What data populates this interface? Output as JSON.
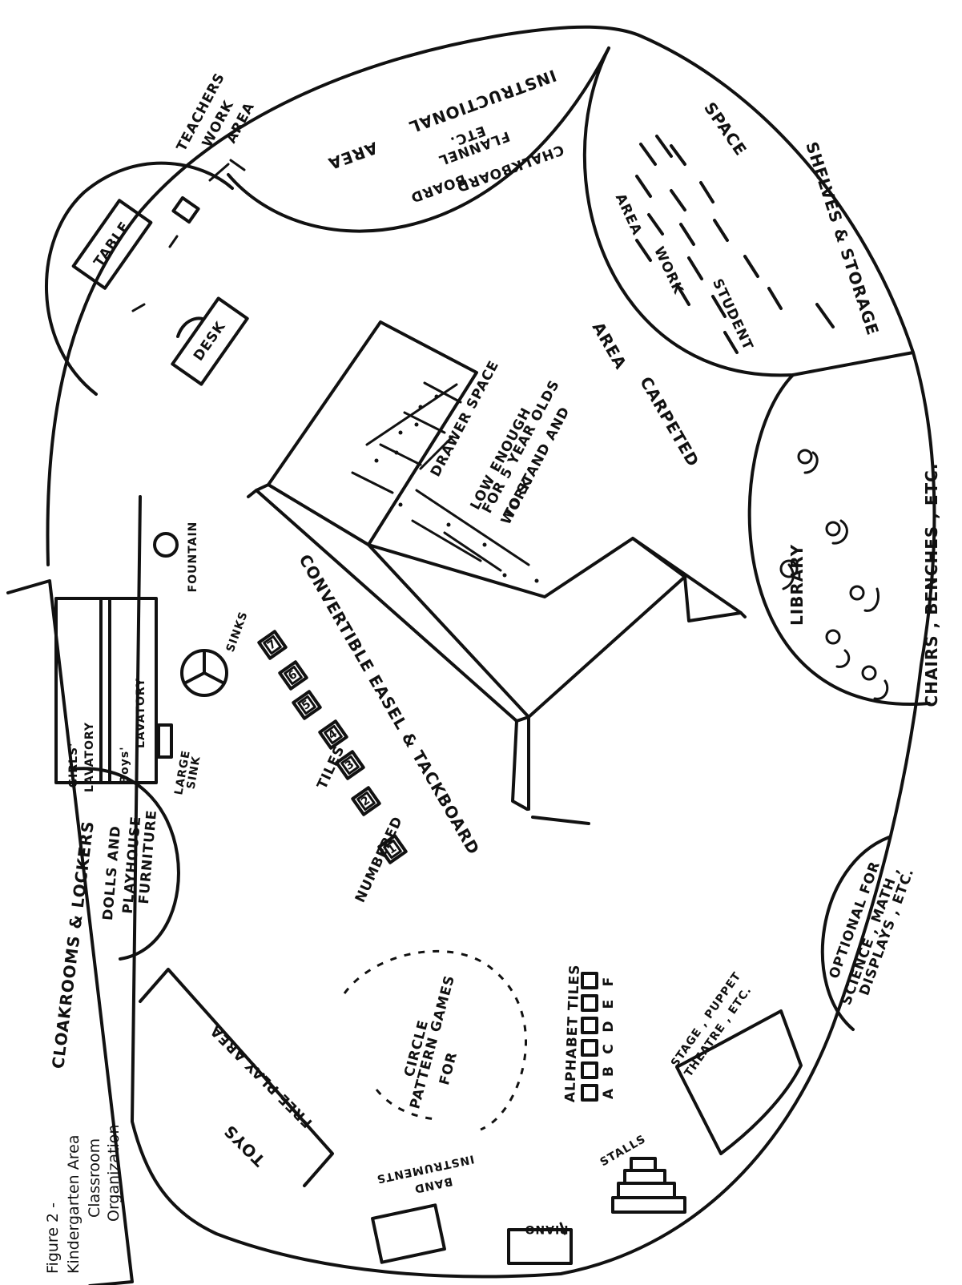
{
  "caption": {
    "line1": "Figure  2  -",
    "line2": "Kindergarten  Area",
    "line3": "Classroom",
    "line4": "Organization"
  },
  "labels": {
    "teachers": "TEACHERS",
    "work": "WORK",
    "area": "AREA",
    "table": "TABLE",
    "desk": "DESK",
    "instructional": "INSTRUCTIONAL",
    "chalkboard": "CHALKBOARD",
    "flannel": "FLANNEL",
    "etc": "ETC.",
    "board": "BOARD",
    "shelves_storage": "SHELVES  &  STORAGE",
    "space": "SPACE",
    "student": "STUDENT",
    "carpeted": "CARPETED",
    "drawer_space": "DRAWER  SPACE",
    "low_enough": "LOW  ENOUGH",
    "for_5_year_olds": "FOR  5  YEAR  OLDS",
    "to_stand_and": "TO  STAND  AND",
    "work_caps": "WORK",
    "library": "LIBRARY",
    "chairs_benches": "CHAIRS ,  BENCHES ,  ETC.",
    "fountain": "FOUNTAIN",
    "sinks": "SINKS",
    "girls_lavatory_1": "GIRLS'",
    "girls_lavatory_2": "LAVATORY",
    "boys_lavatory_1": "Boys'",
    "boys_lavatory_2": "LAVATORY",
    "large": "LARGE",
    "sink": "SINK",
    "cloakrooms": "CLOAKROOMS  &  LOCKERS",
    "dolls_and": "DOLLS    AND",
    "playhouse": "PLAYHOUSE",
    "furniture": "FURNITURE",
    "convertible": "CONVERTIBLE     EASEL    &    TACKBOARD",
    "numbered": "NUMBERED",
    "tiles": "TILES",
    "circle": "CIRCLE",
    "pattern_games": "PATTERN  GAMES",
    "for": "FOR",
    "alphabet_tiles": "ALPHABET      TILES",
    "optional_for": "OPTIONAL     FOR",
    "science_math": "SCIENCE ,  MATH ,",
    "displays": "DISPLAYS ,  ETC.",
    "stage_puppet": "STAGE ,  PUPPET",
    "theatre": "THEATRE , ETC.",
    "stalls": "STALLS",
    "piano": "PIANO",
    "band_instruments_1": "BAND",
    "band_instruments_2": "INSTRUMENTS",
    "toys": "TOYS",
    "free_play_area": "FREE    PLAY    AREA"
  },
  "numbered_tiles": [
    "1",
    "2",
    "3",
    "4",
    "5",
    "6",
    "7"
  ],
  "alphabet_letters": [
    "A",
    "B",
    "C",
    "D",
    "E",
    "F"
  ]
}
